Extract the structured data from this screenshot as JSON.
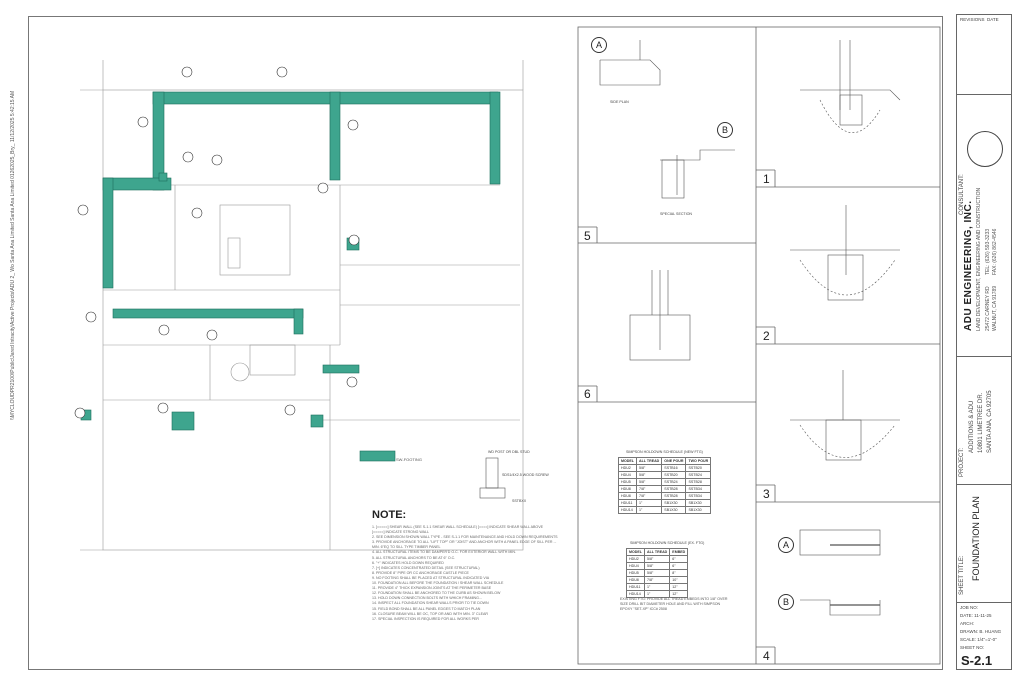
{
  "file_path": "\\\\MYCLOUDPR2100\\Public\\Jared Intracity\\Active Projects\\ADU 2_ Wo Santa Ana Limited Santa Ana Limited 01262025_Bry_ 11/12/2025 5:42:15 AM",
  "legend": {
    "label": "SW-FOOTING"
  },
  "notes": {
    "title": "NOTE:",
    "items": [
      "1. [=====] SHEAR WALL (SEE S-1.1 SHEAR WALL SCHEDULE) [====] INDICATE SHEAR WALL ABOVE",
      "   [=====] INDICATE STRONG WALL",
      "2. SEE DIMENSION SHOWN WALL TYPE - SEE S-1.1 FOR MAINTENANCE AND HOLD DOWN REQUIREMENTS",
      "3. PROVIDE ANCHORAGE TO ALL \"LIFT TOP\" OR \"JOIST\" AND ANCHOR WITH A PANEL EDGE OF SILL PER ...",
      "   MIN. 6\"EQ TO SILL TYPE TIMBER PANEL",
      "4. ALL STRUCTURAL ITEMS TO BE DAMPER'D O.C. FOR EXTERIOR WALL WITH MIN.",
      "5. ALL STRUCTURAL ANCHORS TO BE AT 6\" O.C.",
      "6. \"+\" INDICATES HOLD DOWN REQUIRED",
      "7. [+] INDICATES CONCENTRATED DETAIL (SEE STRUCTURAL)",
      "8. PROVIDE 8\" PIPE OR CC ANCHORAGE CASTLE PIECE",
      "9. NO FOOTING SHALL BE PLACED AT STRUCTURAL INDICATED VIA",
      "10. FOUNDATION ALL BEFORE THE FOUNDATION / SHEAR WALL SCHEDULE",
      "11. PROVIDE 4\" THICK EXPANSION JOINTS AT THE PERIMETER BASE",
      "12. FOUNDATION SHALL BE ANCHORED TO THE CURB AS SHOWN BELOW",
      "13. HOLD DOWN CONNECTION BOLTS WITH WHICH FRAMING...",
      "14. INSPECT ALL FOUNDATION SHEAR WALLS PRIOR TO TIE DOWN",
      "15. FIELD BOND SHALL BE ALL PANEL EDGES TO MATCH PLAN",
      "16. CLOSURE BEAM WILL BE OC, TOP OR AND WITH MIN. 3\" CLEAR",
      "17. SPECIAL INSPECTION IS REQUIRED FOR ALL WORKS PER"
    ]
  },
  "hd_schedule": {
    "title": "SIMPSON HOLDOWN SCHEDULE (NEW FTG)",
    "headers": [
      "MODEL",
      "ALL TREAD",
      "ONE POUR",
      "TWO POUR"
    ],
    "rows": [
      [
        "HDU2",
        "5/8\"",
        "SSTB16",
        "SSTB20"
      ],
      [
        "HDU4",
        "5/8\"",
        "SSTB20",
        "SSTB24"
      ],
      [
        "HDU5",
        "5/8\"",
        "SSTB24",
        "SSTB28"
      ],
      [
        "HDU8",
        "7/8\"",
        "SSTB28",
        "SSTB34"
      ],
      [
        "HDU8",
        "7/8\"",
        "SSTB28",
        "SSTB34"
      ],
      [
        "HDU11",
        "1\"",
        "SB1X30",
        "SB1X30"
      ],
      [
        "HDU14",
        "1\"",
        "SB1X30",
        "SB1X30"
      ]
    ]
  },
  "hd_schedule_exist": {
    "title": "SIMPSON HOLDOWN SCHEDULE (EX. FTG)",
    "headers": [
      "MODEL",
      "ALL TREAD",
      "EMBED"
    ],
    "rows": [
      [
        "HDU2",
        "5/8\"",
        "6\""
      ],
      [
        "HDU4",
        "5/8\"",
        "6\""
      ],
      [
        "HDU5",
        "5/8\"",
        "8\""
      ],
      [
        "HDU8",
        "7/8\"",
        "10\""
      ],
      [
        "HDU11",
        "1\"",
        "12\""
      ],
      [
        "HDU14",
        "1\"",
        "12\""
      ]
    ]
  },
  "anchor_note": "EXISTING FTG: PROVIDE ALL TREAD EMBEDS INTO 1/8\" OVER SIZE DRILL BIT DIAMETER HOLE AND FILL WITH SIMPSON EPOXY \"SET-XP\" ICC# 2508",
  "post_detail": {
    "label_1": "WD POST OR DBL STUD",
    "label_2": "SDS1/4X2.5 WOOD SCREW",
    "label_3": "SSTBXX"
  },
  "details": {
    "five": "5",
    "six": "6",
    "one": "1",
    "two": "2",
    "three": "3",
    "four": "4",
    "letter_a": "A",
    "letter_b": "B",
    "plan_label": "SIDE PLAN",
    "special_detail": "SPECIAL SECTION"
  },
  "title_block": {
    "revisions": "REVISIONS",
    "date": "DATE",
    "consultant": "CONSULTANT:",
    "firm_name": "ADU ENGINEERING, INC.",
    "firm_sub": "LAND DEVELOPMENT, ENGINEERING AND CONSTRUCTION",
    "firm_address": "25472 CARNEY RD",
    "firm_city": "WALNUT, CA 91789",
    "firm_tel": "TEL: (626) 593-3233",
    "firm_fax": "FAX: (626) 862-4546",
    "project_label": "PROJECT:",
    "project_name": "ADDITIONS & ADU",
    "project_address": "10801 LIMETREE DR.",
    "project_city": "SANTA ANA, CA 92705",
    "sheet_title_label": "SHEET TITLE:",
    "sheet_title": "FOUNDATION PLAN",
    "job_no": "JOB NO:",
    "date_row": "DATE: 11-11-25",
    "arch_row": "ARCH:",
    "drawn_row": "DRAWN: B. HUANG",
    "scale_row": "SCALE: 1/4\"=1'-0\"",
    "sheet_no_label": "SHEET NO:",
    "sheet_no": "S-2.1"
  },
  "colors": {
    "shear_wall": "#3ea58e",
    "shear_wall_edge": "#1d6f5d",
    "line": "#888888"
  }
}
